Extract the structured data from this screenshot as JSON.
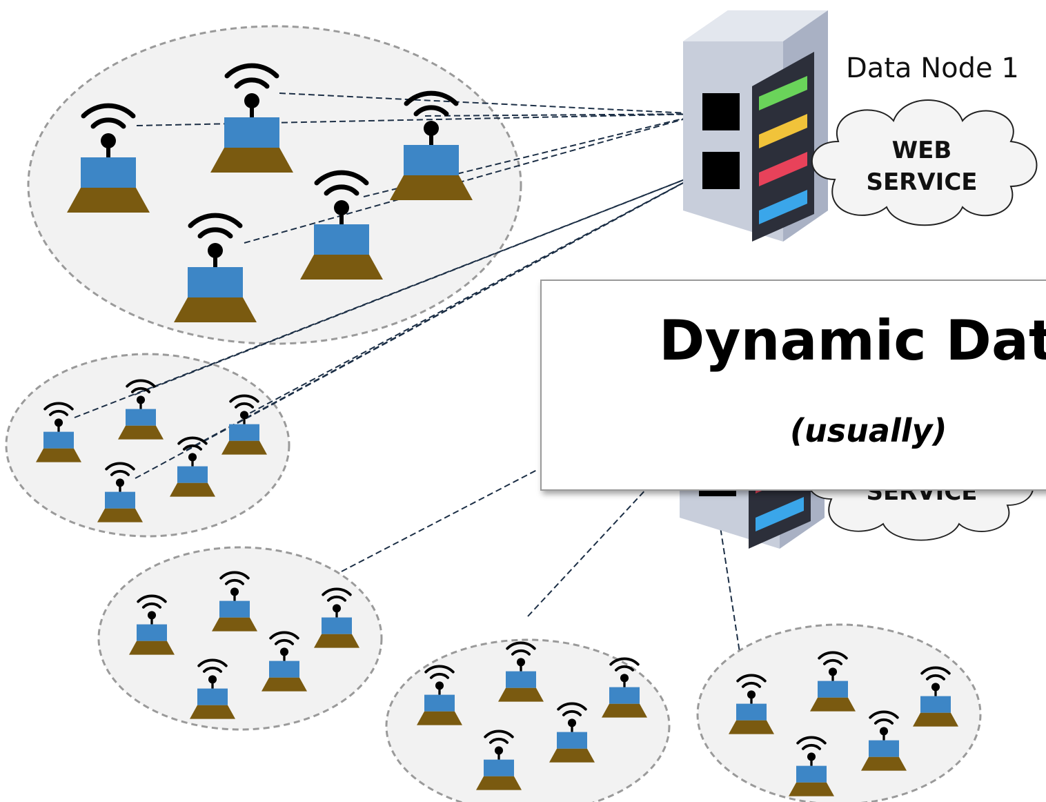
{
  "nodes": {
    "node1_label": "Data Node 1",
    "cloud1_line1": "WEB",
    "cloud1_line2": "SERVICE",
    "cloud2_label": "SERVICE"
  },
  "callout": {
    "title": "Dynamic Dat",
    "subtitle": "(usually)"
  },
  "colors": {
    "cluster_fill": "#f2f2f2",
    "cluster_border": "#9a9a9a",
    "sensor_box": "#3d86c6",
    "sensor_base": "#7a5a10",
    "link_line": "#1b2e45",
    "server_body": "#c8cedb",
    "server_panel": "#2c2f3a",
    "led_green": "#6ad45a",
    "led_yellow": "#f1c33a",
    "led_red": "#e8425a",
    "led_blue": "#3aa6ea"
  },
  "icons": [
    "wifi-icon",
    "sensor-icon",
    "server-icon",
    "cloud-icon"
  ]
}
